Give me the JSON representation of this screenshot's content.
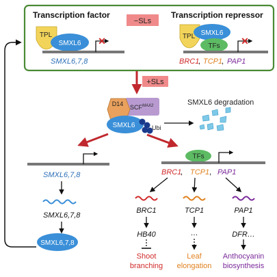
{
  "colors": {
    "box_border": "#4a8a35",
    "red_arrow": "#c0282d",
    "blue_text": "#2c6fb8",
    "red_text": "#d02a2a",
    "orange_text": "#e0801e",
    "purple_text": "#7a2a9a",
    "sl_badge": "#f08a8a",
    "smxl6": "#3a8fd8",
    "tpl": "#f2d45a",
    "tfs": "#5dbb63",
    "d14": "#e9a15d",
    "scf": "#b89ad0",
    "ubi": "#1a3a8c"
  },
  "top_box": {
    "left_title": "Transcription factor",
    "right_title": "Transcription repressor",
    "minus_sl": "−SLs",
    "left_tpl": "TPL",
    "left_smxl6": "SMXL6",
    "right_tpl": "TPL",
    "right_smxl6": "SMXL6",
    "right_tfs": "TFs",
    "left_genes": "SMXL6,7,8",
    "right_gene_1": "BRC1",
    "right_gene_2": "TCP1",
    "right_gene_3": "PAP1",
    "gene_sep": ","
  },
  "middle": {
    "plus_sl": "+SLs",
    "d14": "D14",
    "scf": "SCF",
    "scf_sup": "MAX2",
    "smxl6": "SMXL6",
    "ubi": "Ubi",
    "degradation": "SMXL6 degradation"
  },
  "left_branch": {
    "genes": "SMXL6,7,8",
    "transcript": "SMXL6,7,8",
    "protein": "SMXL6,7,8"
  },
  "right_branch": {
    "tfs": "TFs",
    "gene_1": "BRC1",
    "gene_2": "TCP1",
    "gene_3": "PAP1",
    "col1": {
      "mrna": "BRC1",
      "target": "HB40",
      "outcome_line1": "Shoot",
      "outcome_line2": "branching"
    },
    "col2": {
      "mrna": "TCP1",
      "target": "…",
      "outcome_line1": "Leaf",
      "outcome_line2": "elongation"
    },
    "col3": {
      "mrna": "PAP1",
      "target": "DFR…",
      "outcome_line1": "Anthocyanin",
      "outcome_line2": "biosynthesis"
    }
  }
}
